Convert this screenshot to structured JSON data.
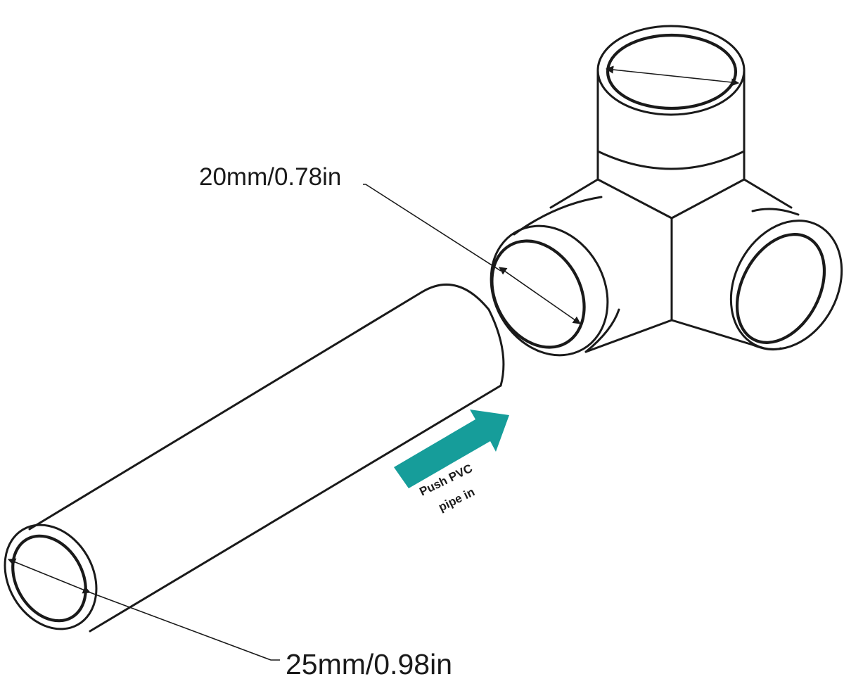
{
  "labels": {
    "fitting_inner_diameter": "20mm/0.78in",
    "pipe_outer_diameter": "25mm/0.98in",
    "push_line1": "Push PVC",
    "push_line2": "pipe in"
  },
  "colors": {
    "push_arrow": "#169d9a",
    "line": "#1a1a1a",
    "background": "#ffffff"
  }
}
